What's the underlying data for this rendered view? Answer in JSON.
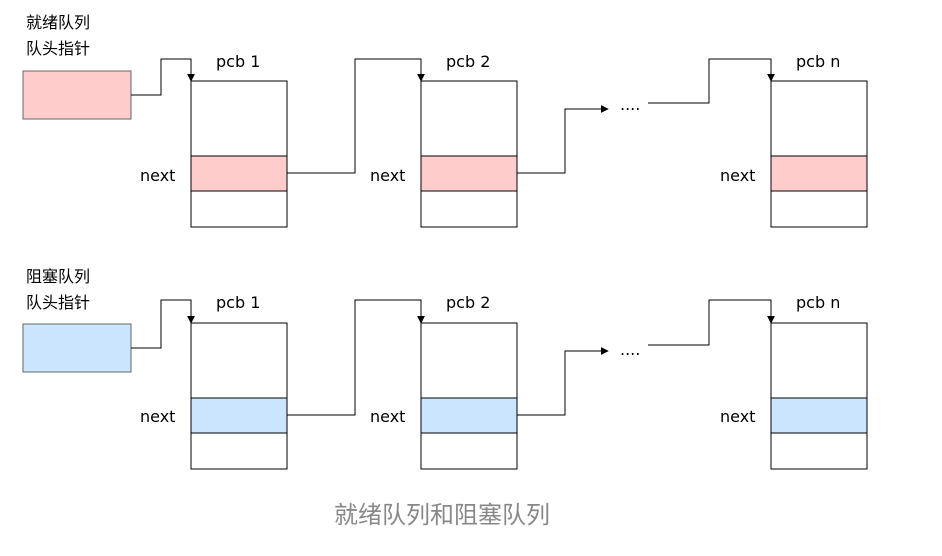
{
  "ready_queue": {
    "head_label_line1": "就绪队列",
    "head_label_line2": "队头指针",
    "pcb_labels": [
      "pcb 1",
      "pcb 2",
      "pcb n"
    ],
    "next_label": "next",
    "ellipsis": "....",
    "color": "#ffcccc"
  },
  "blocked_queue": {
    "head_label_line1": "阻塞队列",
    "head_label_line2": "队头指针",
    "pcb_labels": [
      "pcb 1",
      "pcb 2",
      "pcb n"
    ],
    "next_label": "next",
    "ellipsis": "....",
    "color": "#cce5ff"
  },
  "caption": "就绪队列和阻塞队列"
}
